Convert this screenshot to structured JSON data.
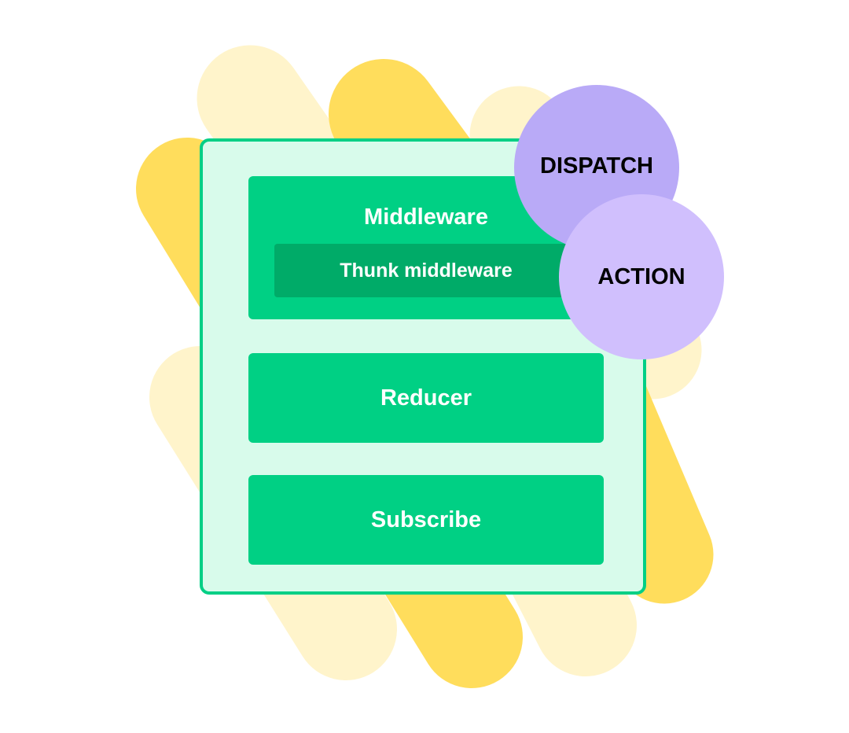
{
  "colors": {
    "stripe_light": "#fff4cb",
    "stripe_dark": "#ffdd5c",
    "store_fill": "#d8fbeb",
    "store_border": "#00cf85",
    "block_fill": "#00d084",
    "thunk_fill": "#00ab68",
    "dispatch_fill": "#b9aaf7",
    "action_fill": "#d0bffd"
  },
  "store": {
    "middleware": {
      "title": "Middleware",
      "inner": "Thunk middleware"
    },
    "reducer": "Reducer",
    "subscribe": "Subscribe"
  },
  "bubbles": {
    "dispatch": "DISPATCH",
    "action": "ACTION"
  }
}
